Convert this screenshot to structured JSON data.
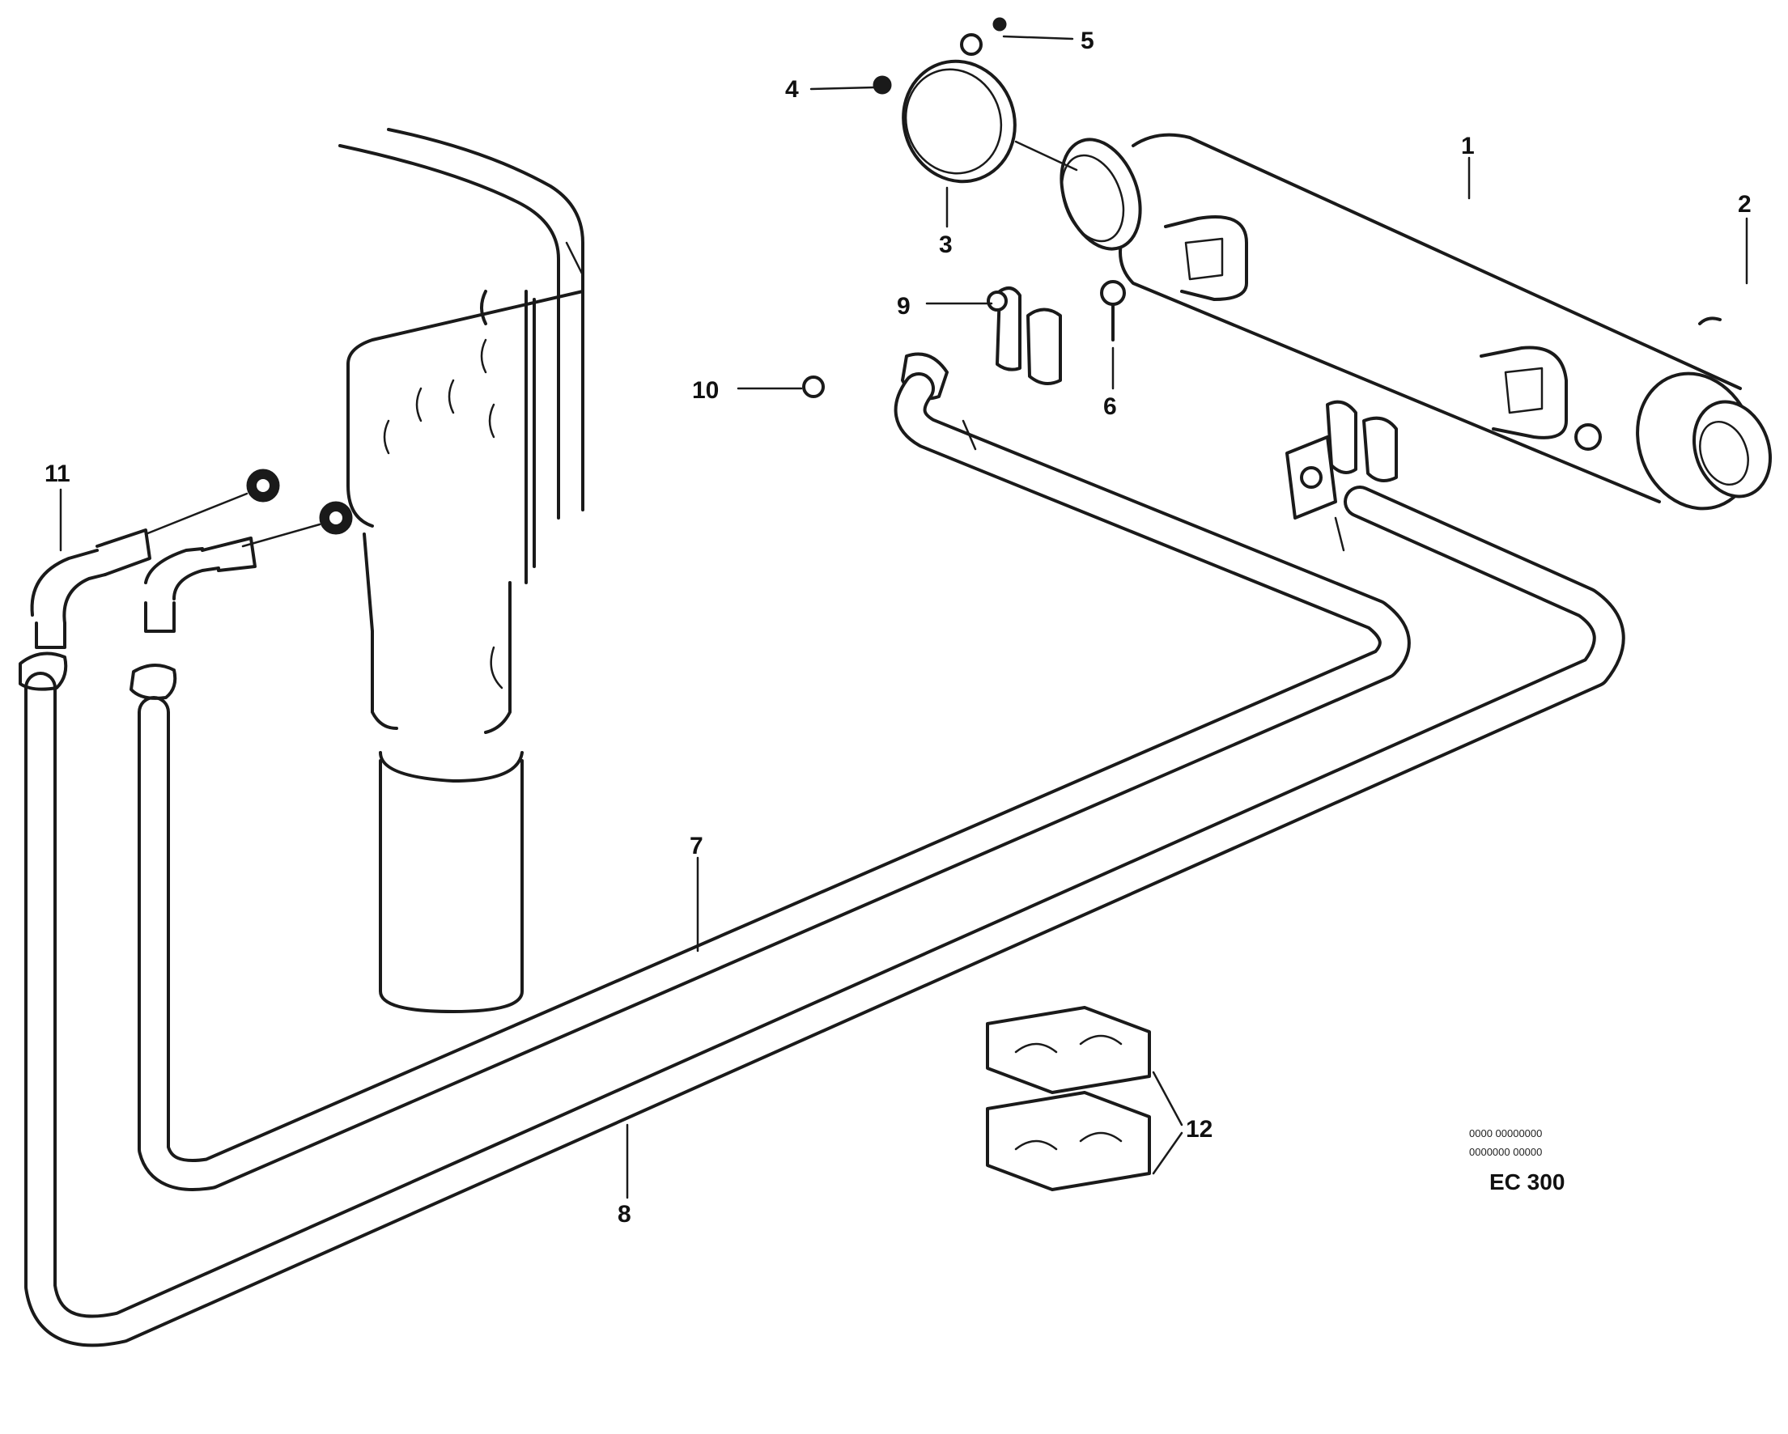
{
  "callouts": {
    "c1": "1",
    "c2": "2",
    "c3": "3",
    "c4": "4",
    "c5": "5",
    "c6": "6",
    "c7": "7",
    "c8": "8",
    "c9": "9",
    "c10": "10",
    "c11": "11",
    "c12": "12"
  },
  "reference": {
    "line1": "0000 00000000",
    "line2": "0000000 00000",
    "code": "EC 300"
  }
}
